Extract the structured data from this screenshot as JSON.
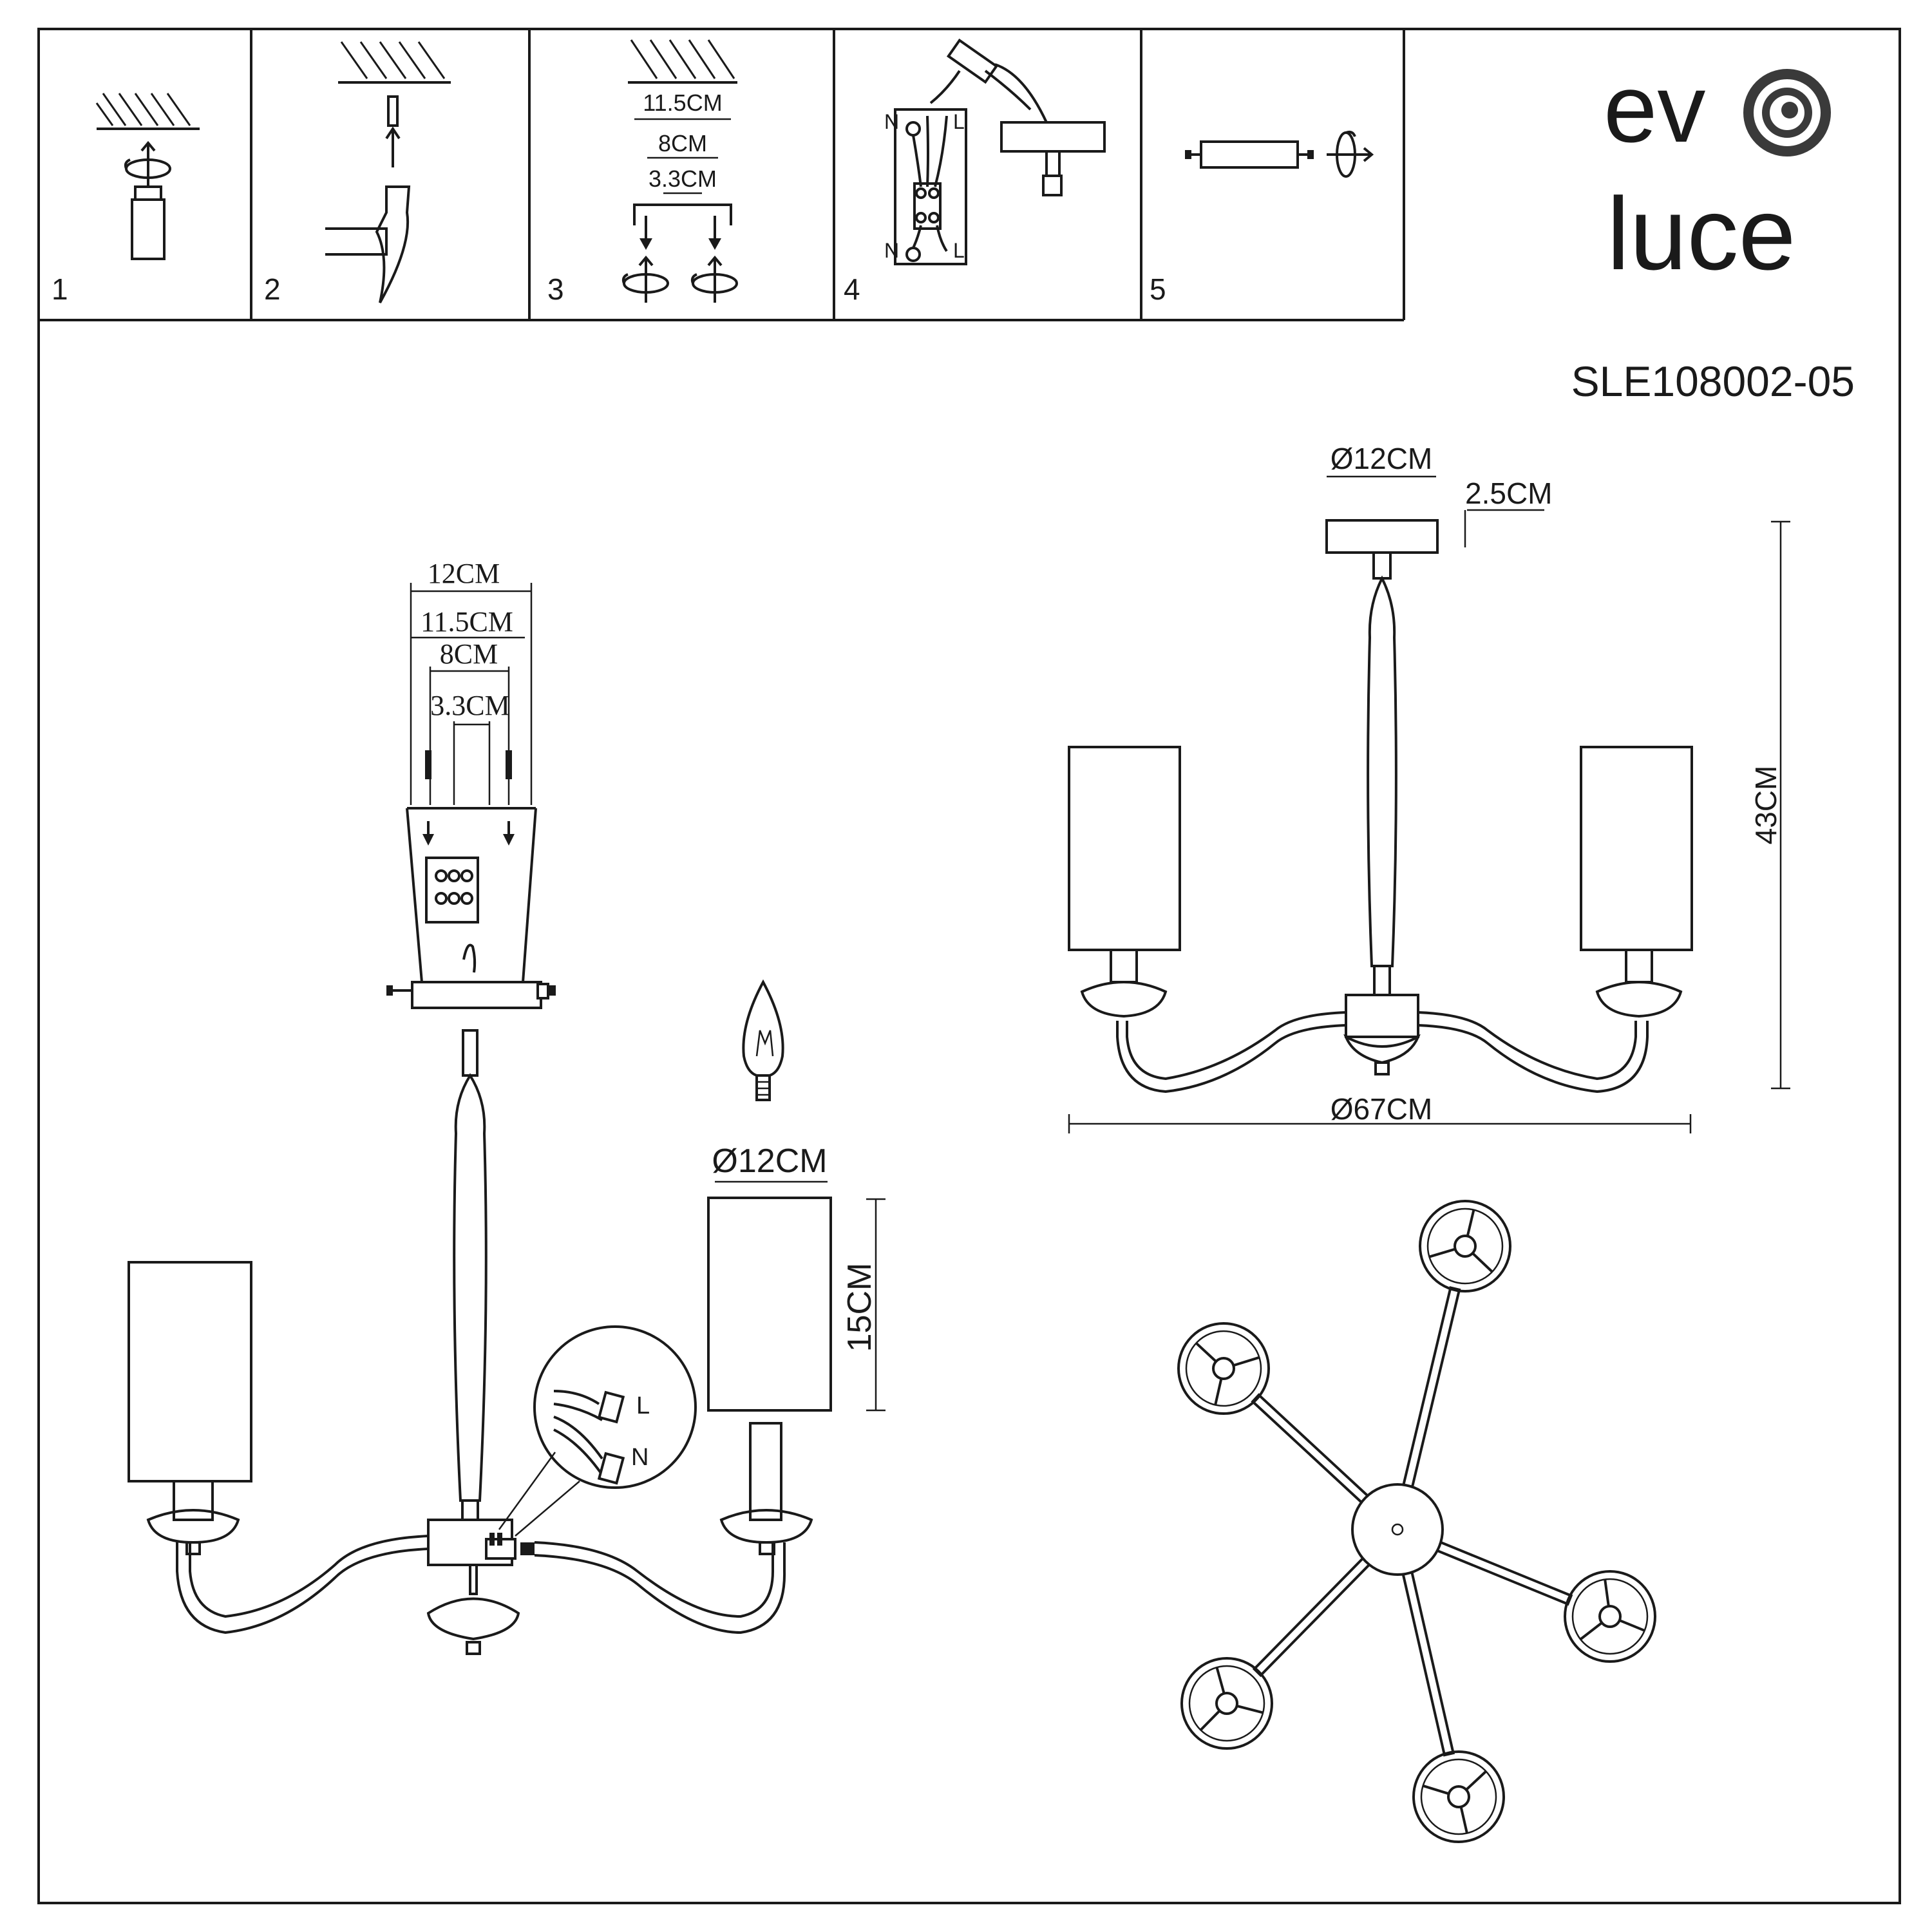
{
  "brand": {
    "line1": "ev",
    "line2": "luce",
    "logo_icon": "spiral-o-logo"
  },
  "model_code": "SLE108002-05",
  "steps": [
    {
      "number": "1"
    },
    {
      "number": "2"
    },
    {
      "number": "3",
      "dims": [
        "11.5CM",
        "8CM",
        "3.3CM"
      ]
    },
    {
      "number": "4",
      "terminals": [
        "N",
        "L",
        "N",
        "L"
      ]
    },
    {
      "number": "5"
    }
  ],
  "mount_detail": {
    "dims": [
      "12CM",
      "11.5CM",
      "8CM",
      "3.3CM"
    ]
  },
  "wire_detail": {
    "labels": [
      "L",
      "N"
    ]
  },
  "shade": {
    "diameter": "Ø12CM",
    "height": "15CM"
  },
  "side_view": {
    "canopy_diameter": "Ø12CM",
    "canopy_height": "2.5CM",
    "total_height": "43CM",
    "span": "Ø67CM"
  }
}
